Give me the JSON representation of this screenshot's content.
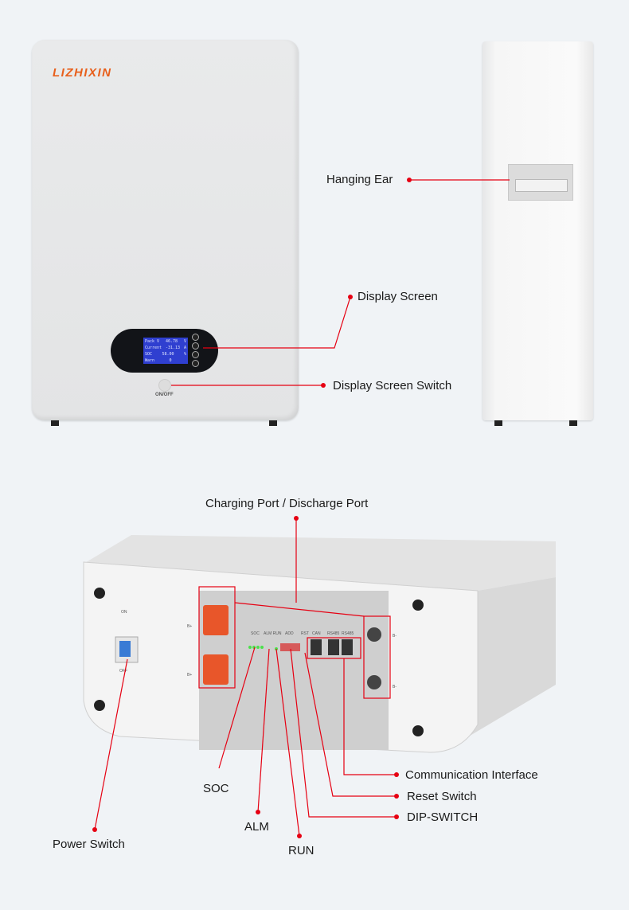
{
  "brand": {
    "logo": "LIZHIXIN"
  },
  "front": {
    "screen_rows": [
      [
        "Pack V",
        ":",
        "46.78",
        "V"
      ],
      [
        "Current",
        ":",
        "-31.13",
        "A"
      ],
      [
        "SOC",
        ":",
        "58.00",
        "%"
      ],
      [
        "Warn",
        ":",
        "0",
        ""
      ]
    ],
    "power_button_label": "ON/OFF"
  },
  "callouts": {
    "hanging_ear": "Hanging Ear",
    "display_screen": "Display Screen",
    "display_screen_switch": "Display Screen Switch",
    "charging_port": "Charging Port / Discharge Port",
    "communication_interface": "Communication Interface",
    "reset_switch": "Reset Switch",
    "dip_switch": "DIP-SWITCH",
    "soc": "SOC",
    "alm": "ALM",
    "run": "RUN",
    "power_switch": "Power Switch"
  },
  "panel": {
    "breaker_on": "ON",
    "breaker_off": "OFF",
    "b_plus": "B+",
    "b_minus": "B-",
    "soc": "SOC",
    "alm_run": "ALM RUN",
    "add": "ADD",
    "rst": "RST",
    "can": "CAN",
    "rs485_1": "RS485",
    "rs485_2": "RS485"
  },
  "colors": {
    "callout": "#e60012",
    "brand": "#e8601c",
    "terminal": "#e8562a"
  }
}
